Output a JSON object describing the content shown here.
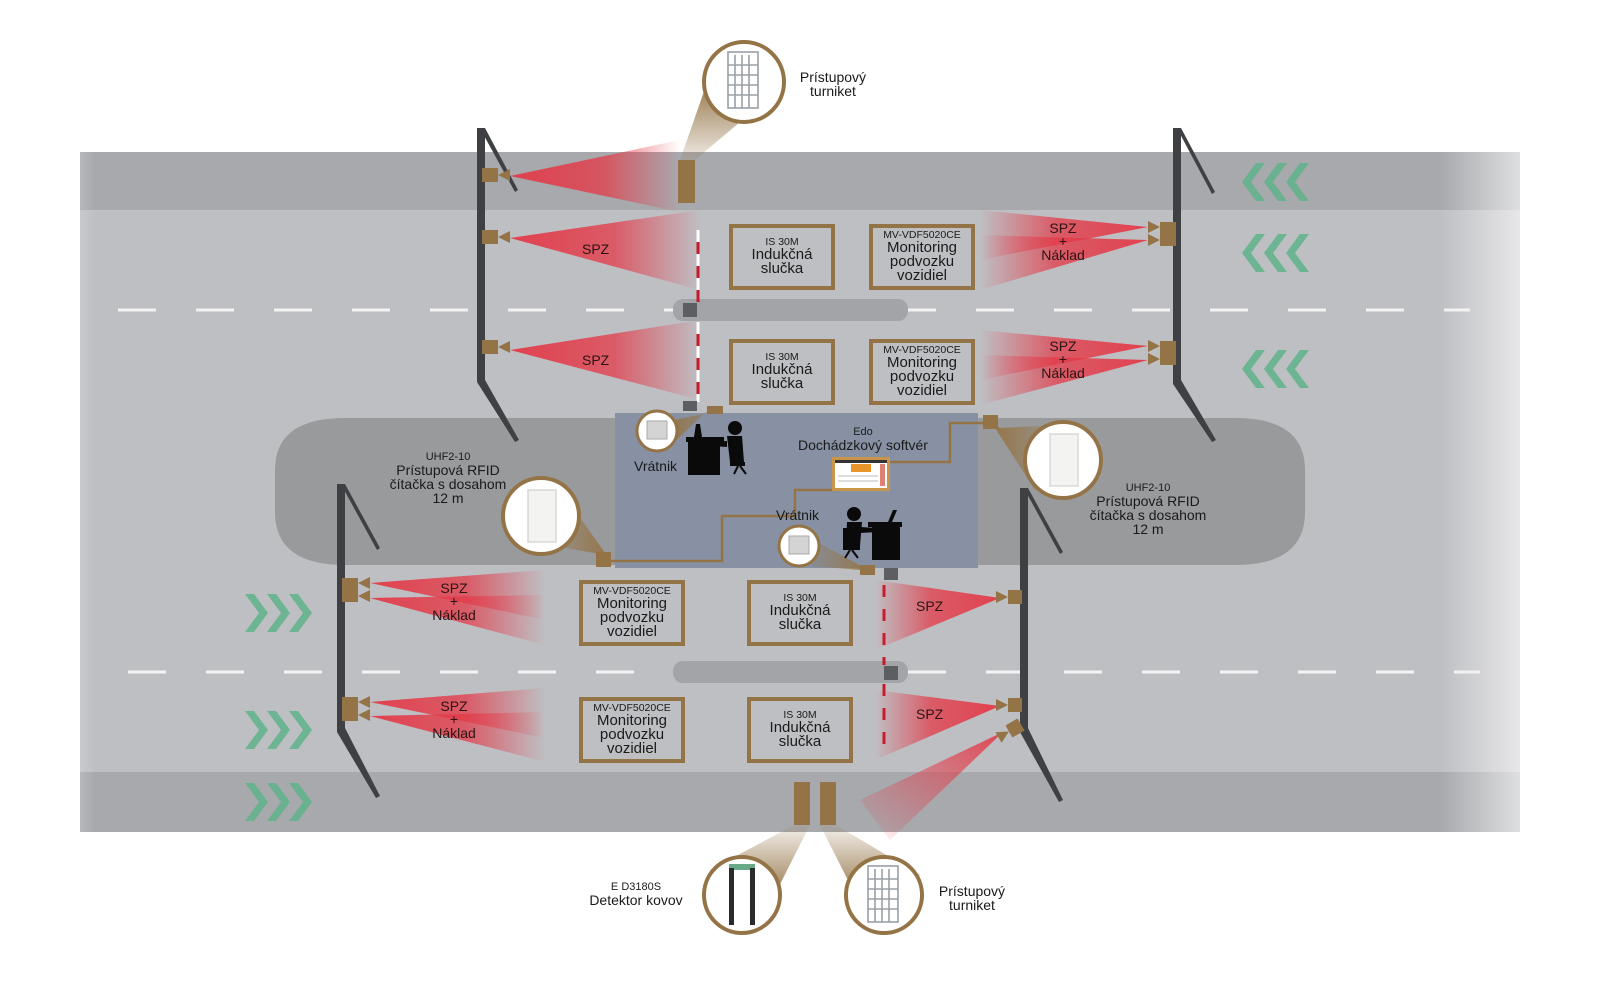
{
  "diagram": {
    "colors": {
      "road_dark": "#a8a9ad",
      "road_light": "#bebfc3",
      "island": "#999a9c",
      "guardhouse": "#8791a3",
      "bronze": "#947446",
      "beam_red": "#e33a48",
      "arrow_green": "#5fb38a",
      "pole": "#3f4043",
      "lane_marking": "#f2f2f2"
    },
    "devices": {
      "turnstile_top": {
        "label_line1": "Prístupový",
        "label_line2": "turniket"
      },
      "turnstile_bottom": {
        "label_line1": "Prístupový",
        "label_line2": "turniket"
      },
      "metal_detector": {
        "model": "E D3180S",
        "label": "Detektor kovov"
      },
      "rfid_left": {
        "model": "UHF2-10",
        "line1": "Prístupová RFID",
        "line2": "čítačka s dosahom",
        "line3": "12 m"
      },
      "rfid_right": {
        "model": "UHF2-10",
        "line1": "Prístupová RFID",
        "line2": "čítačka s dosahom",
        "line3": "12 m"
      },
      "software": {
        "brand": "Edo",
        "label": "Dochádzkový softvér"
      },
      "guard_1": {
        "label": "Vrátnik"
      },
      "guard_2": {
        "label": "Vrátnik"
      }
    },
    "loops": [
      {
        "model": "IS 30M",
        "line1": "Indukčná",
        "line2": "slučka"
      },
      {
        "model": "IS 30M",
        "line1": "Indukčná",
        "line2": "slučka"
      },
      {
        "model": "IS 30M",
        "line1": "Indukčná",
        "line2": "slučka"
      },
      {
        "model": "IS 30M",
        "line1": "Indukčná",
        "line2": "slučka"
      }
    ],
    "undercarriage": [
      {
        "model": "MV-VDF5020CE",
        "line1": "Monitoring",
        "line2": "podvozku",
        "line3": "vozidiel"
      },
      {
        "model": "MV-VDF5020CE",
        "line1": "Monitoring",
        "line2": "podvozku",
        "line3": "vozidiel"
      },
      {
        "model": "MV-VDF5020CE",
        "line1": "Monitoring",
        "line2": "podvozku",
        "line3": "vozidiel"
      },
      {
        "model": "MV-VDF5020CE",
        "line1": "Monitoring",
        "line2": "podvozku",
        "line3": "vozidiel"
      }
    ],
    "camera_labels": {
      "spz": "SPZ",
      "plus": "+",
      "cargo": "Náklad"
    },
    "direction_arrows": {
      "top": "left",
      "bottom": "right"
    }
  }
}
